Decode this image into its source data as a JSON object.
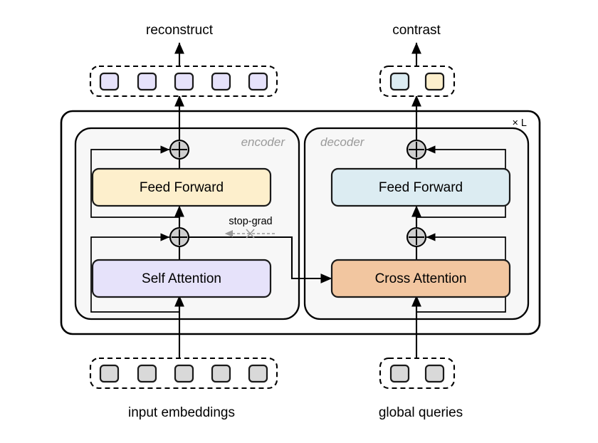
{
  "figure": {
    "title_top_left": "reconstruct",
    "title_top_right": "contrast",
    "caption_bottom_left": "input embeddings",
    "caption_bottom_right": "global queries",
    "repeat_label": "× L",
    "stop_grad_label": "stop-grad"
  },
  "encoder": {
    "section_label": "encoder",
    "blocks": [
      {
        "label": "Feed Forward",
        "color": "#fdefcc",
        "name": "encoder-feed-forward"
      },
      {
        "label": "Self Attention",
        "color": "#e6e2fa",
        "name": "encoder-self-attention"
      }
    ]
  },
  "decoder": {
    "section_label": "decoder",
    "blocks": [
      {
        "label": "Feed Forward",
        "color": "#dcecf2",
        "name": "decoder-feed-forward"
      },
      {
        "label": "Cross Attention",
        "color": "#f2c6a0",
        "name": "decoder-cross-attention"
      }
    ]
  },
  "tokens": {
    "reconstruct_outputs": [
      {
        "color": "#e6e2fa"
      },
      {
        "color": "#e6e2fa"
      },
      {
        "color": "#e6e2fa"
      },
      {
        "color": "#e6e2fa"
      },
      {
        "color": "#e6e2fa"
      }
    ],
    "contrast_outputs": [
      {
        "color": "#dcecf2"
      },
      {
        "color": "#fdefcc"
      }
    ],
    "input_embeddings": [
      {
        "color": "#d9d9d9"
      },
      {
        "color": "#d9d9d9"
      },
      {
        "color": "#d9d9d9"
      },
      {
        "color": "#d9d9d9"
      },
      {
        "color": "#d9d9d9"
      }
    ],
    "global_queries": [
      {
        "color": "#d9d9d9"
      },
      {
        "color": "#d9d9d9"
      }
    ]
  },
  "nodes": {
    "add_symbol": "plus-circle",
    "add_fill": "#cfcfcf"
  },
  "palette": {
    "encoder_ff": "#fdefcc",
    "encoder_attn": "#e6e2fa",
    "decoder_ff": "#dcecf2",
    "decoder_attn": "#f2c6a0",
    "panel": "#f7f7f7",
    "token_gray": "#d9d9d9",
    "muted_text": "#9a9a9a",
    "stroke": "#000000"
  }
}
